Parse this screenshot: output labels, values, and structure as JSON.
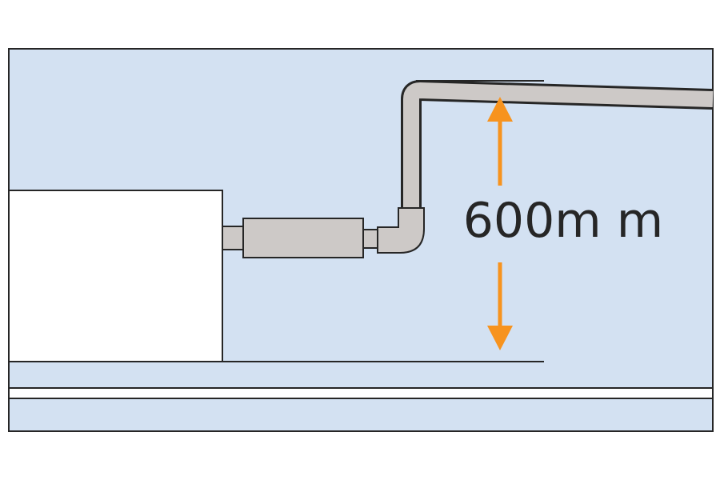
{
  "dimension": {
    "label": "600m m",
    "value": 600,
    "unit": "mm"
  },
  "colors": {
    "ceiling_space": "#d3e1f2",
    "outline": "#262626",
    "unit_body": "#ffffff",
    "pipe": "#cdc9c7",
    "arrow": "#f7931e",
    "background": "#ffffff"
  }
}
